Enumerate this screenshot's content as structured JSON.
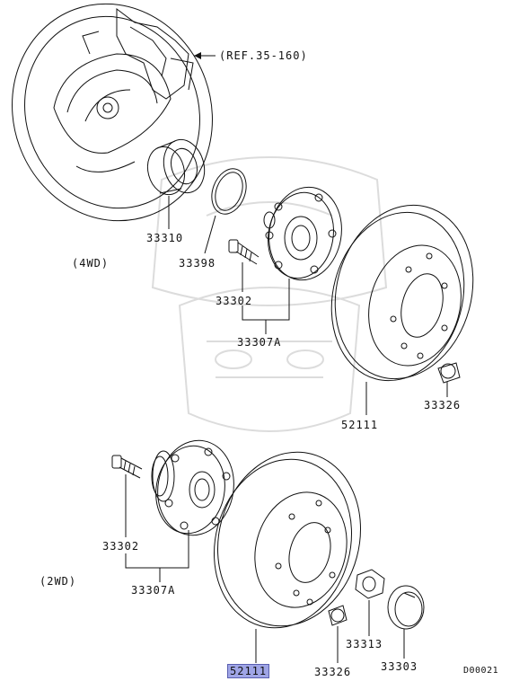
{
  "labels": {
    "ref": "(REF.35-160)",
    "p33310": "33310",
    "p33398": "33398",
    "wd4": "(4WD)",
    "p33302_a": "33302",
    "p33307a_a": "33307A",
    "p52111_a": "52111",
    "p33326_a": "33326",
    "p33302_b": "33302",
    "wd2": "(2WD)",
    "p33307a_b": "33307A",
    "p33313": "33313",
    "p33303": "33303",
    "p52111_b": "52111",
    "p33326_b": "33326",
    "diagram_id": "D00021"
  },
  "colors": {
    "line": "#111111",
    "watermark": "#dcdcdc",
    "highlight": "#9fa5e6"
  }
}
